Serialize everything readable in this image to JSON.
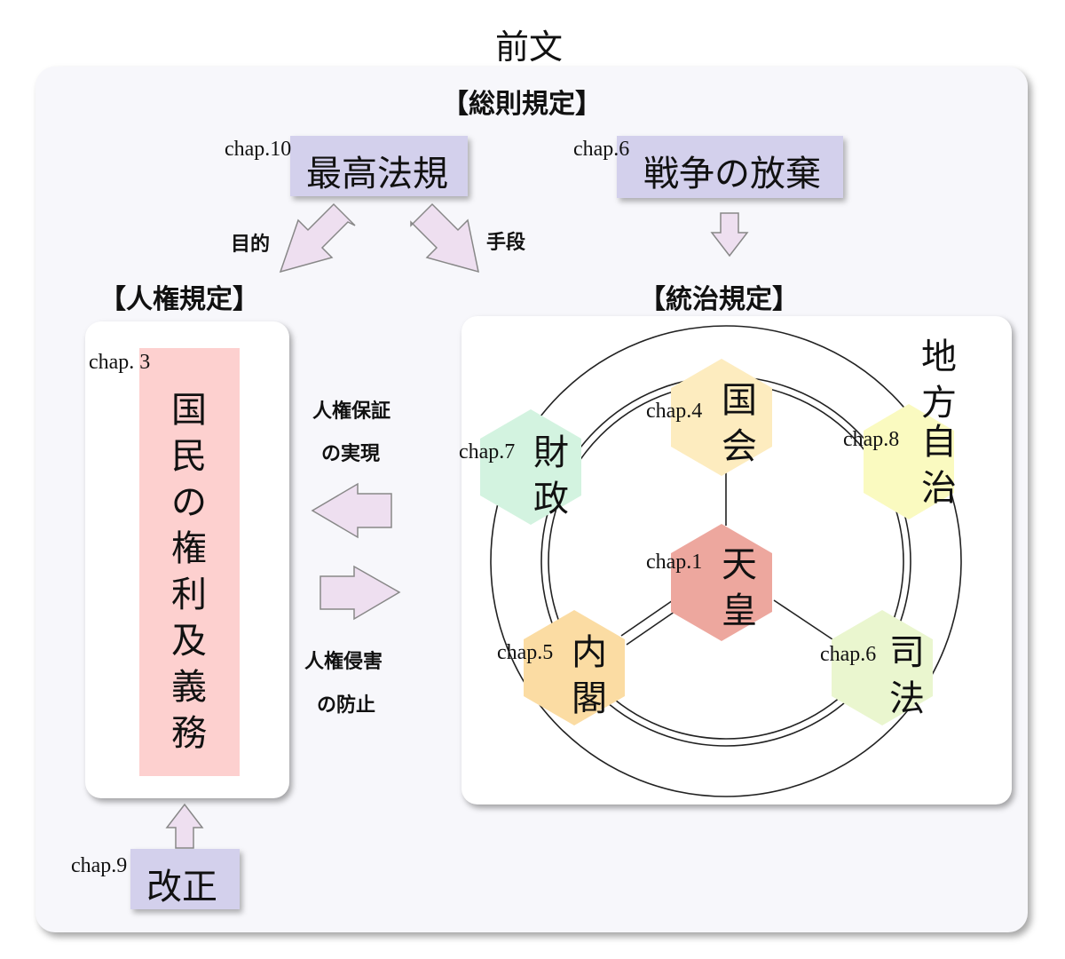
{
  "title": "前文",
  "general": {
    "header": "【総則規定】",
    "supreme": {
      "chap": "chap.10",
      "label": "最高法規"
    },
    "war": {
      "chap": "chap.6",
      "label": "戦争の放棄"
    },
    "purpose": "目的",
    "means": "手段"
  },
  "rights": {
    "header": "【人権規定】",
    "chap": "chap. 3",
    "label": "国民の権利及義務"
  },
  "governance": {
    "header": "【統治規定】",
    "local": {
      "chap": "chap.8",
      "label1": "地方",
      "label2": "自治"
    },
    "diet": {
      "chap": "chap.4",
      "label": "国会"
    },
    "finance": {
      "chap": "chap.7",
      "label": "財政"
    },
    "emperor": {
      "chap": "chap.1",
      "label": "天皇"
    },
    "cabinet": {
      "chap": "chap.5",
      "label": "内閣"
    },
    "judiciary": {
      "chap": "chap.6",
      "label": "司法"
    }
  },
  "middle": {
    "realize_line1": "人権保証",
    "realize_line2": "の実現",
    "prevent_line1": "人権侵害",
    "prevent_line2": "の防止"
  },
  "amendment": {
    "chap": "chap.9",
    "label": "改正"
  },
  "colors": {
    "label_box": "#d3d0ec",
    "rights_box": "#fdd0cf",
    "arrow_fill": "#eedff0",
    "hex_diet": "#fdecbf",
    "hex_finance": "#d3f3e0",
    "hex_emperor": "#eda79e",
    "hex_cabinet": "#fbdca3",
    "hex_judiciary": "#eaf6cf",
    "hex_local": "#fafac0"
  }
}
